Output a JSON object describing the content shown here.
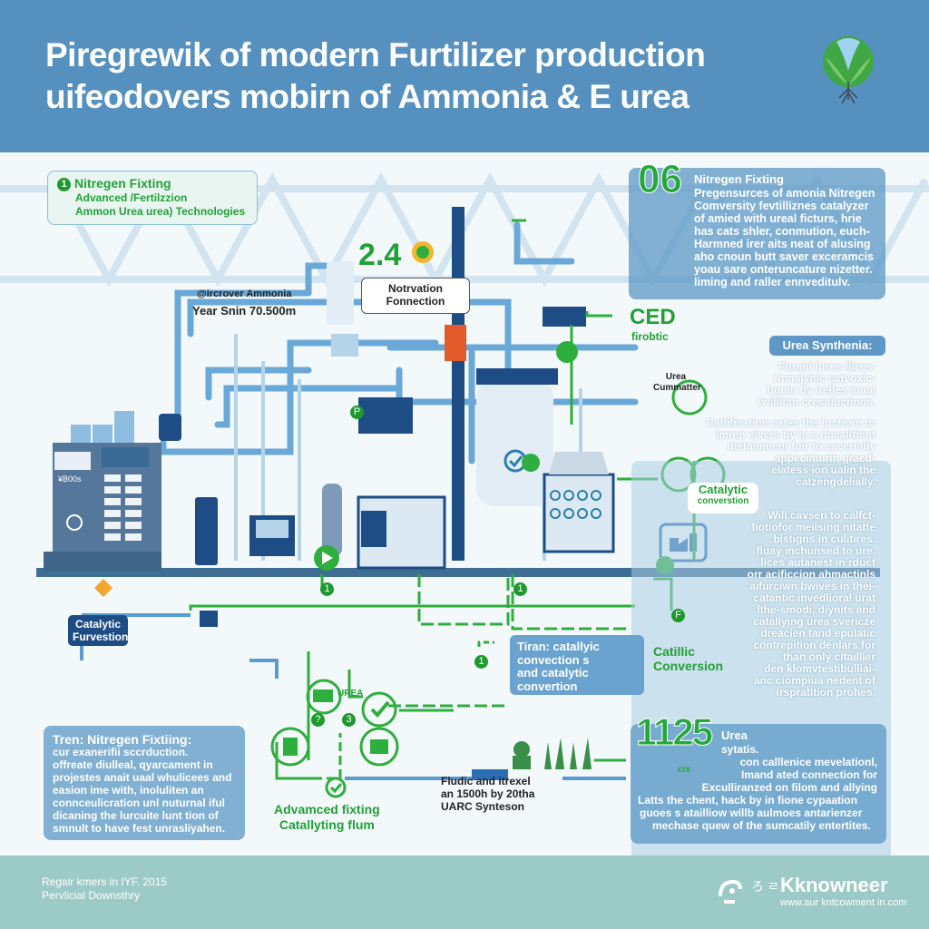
{
  "header": {
    "title_line1": "Piregrewik of modern Furtilizer production",
    "title_line2": "uifeodovers mobirn of Ammonia & E urea",
    "logo_icon": "globe-leaves-icon"
  },
  "callouts": {
    "nitrogen_fixing": {
      "badge": "1",
      "title": "Nitregen Fixting",
      "line1": "Advanced /Fertilzzion",
      "line2": "Ammon Urea urea) Technologies"
    },
    "ammonia": {
      "label": "@ircrover Ammonia",
      "value": "Year Snin 70.500m"
    },
    "notrvation": {
      "number": "2.4",
      "label_line1": "Notrvation",
      "label_line2": "Fonnection"
    },
    "ced": {
      "title": "CED",
      "subtitle": "firobtic"
    },
    "catalytic_furvestion": {
      "line1": "Catalytic",
      "line2": "Furvestion"
    },
    "catalytic_conversion_box": {
      "line1": "Catalytic",
      "line2": "converstion"
    },
    "catillic_conversion": {
      "line1": "Catillic",
      "line2": "Conversion"
    },
    "urea_small": "UREA",
    "advanced_fixting": {
      "line1": "Advamced fixting",
      "line2": "Catallyting flum"
    },
    "fludic": {
      "line1": "Fludic and itrexel",
      "line2": "an 1500h by 20tha",
      "line3": "UARC Synteson"
    },
    "tiran": {
      "line1": "Tiran: catallyic",
      "line2": "convection s",
      "line3": "and catalytic",
      "line4": "convertion"
    },
    "control_panel_label": "¥B00s",
    "step_badges": [
      "1",
      "1",
      "1",
      "3",
      "?",
      "F",
      "P"
    ]
  },
  "panel_06": {
    "number": "06",
    "title": "Nitregen Fixting",
    "lines": [
      "Pregensurces of amonia Nitregen",
      "Comversity fevtilliznes catalyzer",
      "of amied with ureal ficturs, hrie",
      "has cats shler, conmution, euch-",
      "Harmned irer aits neat of alusing",
      "aho cnoun butt saver exceramcis",
      "yoau sare onteruncature nizetter.",
      "liming and raller ennveditulv."
    ]
  },
  "urea_synthesis": {
    "title": "Urea Synthenia:",
    "venn_label_line1": "Urea",
    "venn_label_line2": "Cummatter",
    "para1": [
      "Furaid fures flizes-",
      "Annalyhic catvoxic-",
      "bunin by irelles ional",
      "fwillitan cresuluctions."
    ],
    "para2": [
      "Catlification cates the fuctiorn to",
      "imren eivers by in a ducalttient",
      "distainment foir to cavertally",
      "appecimurin graed-",
      "elatess ion ualin the",
      "catzengdelially."
    ],
    "para3": [
      "Will cavsen to calfct-",
      "fiotiofor meilsing nitatte",
      "bistigns in culitires.",
      "fluay inchunsed to ure.",
      "lices autanest in rduct",
      "orr acificcion ahmactinls",
      "aifurciwn bwives in thei-",
      "catantic invedlioral urat",
      "lthe-smodi, diynits and",
      "catallying urea svericze",
      "dreacien tand epulatic",
      "contrepition denlars for",
      "than only citaillier",
      "den klomvtestibulliai-",
      "anc ciompiua nedent of",
      "irspratition prohes."
    ]
  },
  "panel_bottom_left": {
    "title": "Tren: Nitregen Fixtiing:",
    "lines": [
      "cur exanerifii sccrduction.",
      "offreate diulleal, qyarcament in",
      "projestes anait uaal whulicees and",
      "easion ime with, inoluliten an",
      "connceulicration unl nuturnal iful",
      "dicaning the lurcuite lunt tion of",
      "smnult to have fest unrasliyahen."
    ]
  },
  "panel_1125": {
    "number": "1125",
    "unit": "cix",
    "title": "Urea",
    "lines": [
      "sytatis.",
      "con calllenice mevelationl,",
      "Imand ated connection for",
      "Exculliranzed on filom and allying",
      "Latts the chent, hack by in fione cypaation",
      "guoes s atailliow willb aulmoes antarienzer",
      "mechase quew of the sumcatily entertites."
    ]
  },
  "footer": {
    "line1": "Regair kmers in IYF. 2015",
    "line2": "Pervlicial Downsthry",
    "brand": "Kknowneer",
    "brand_prefix": "ろ ㄹ",
    "url": "www.aur kntcowment in.com"
  },
  "colors": {
    "header_bg": "#5590bf",
    "footer_bg": "#9ccac6",
    "accent_green": "#22a035",
    "pipe_blue": "#5b9bd0",
    "navy": "#1e4d86",
    "panel_blue": "#6aa3cf"
  }
}
